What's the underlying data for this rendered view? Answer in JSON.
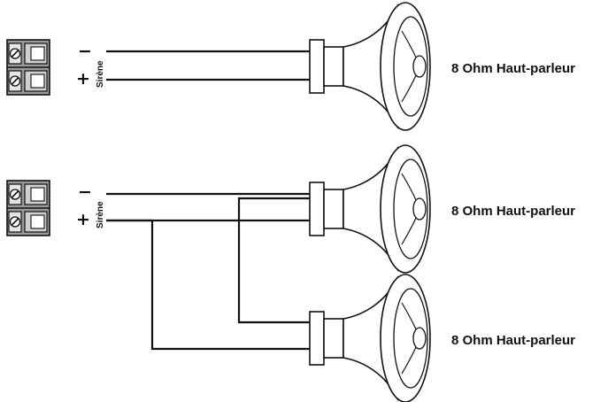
{
  "diagrams": [
    {
      "terminal": {
        "label": "Sirène",
        "minus": "−",
        "plus": "+"
      },
      "speakers": [
        {
          "label": "8 Ohm Haut-parleur"
        }
      ]
    },
    {
      "terminal": {
        "label": "Sirène",
        "minus": "−",
        "plus": "+"
      },
      "speakers": [
        {
          "label": "8 Ohm Haut-parleur"
        },
        {
          "label": "8 Ohm Haut-parleur"
        }
      ]
    }
  ],
  "colors": {
    "line": "#111111",
    "terminal_block": "#9a9a9a",
    "screw_face": "#e6e6e6",
    "slot_fill": "#ffffff"
  },
  "icons": {
    "terminal": "terminal-block-icon",
    "speaker": "horn-speaker-icon"
  }
}
